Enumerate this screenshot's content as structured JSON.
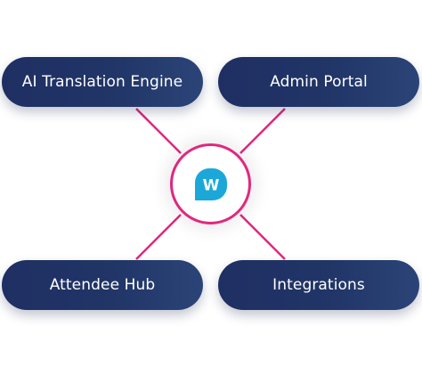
{
  "nodes": {
    "top_left": "AI Translation Engine",
    "top_right": "Admin Portal",
    "bottom_left": "Attendee Hub",
    "bottom_right": "Integrations"
  },
  "hub": {
    "logo_letter": "W",
    "icon": "speech-bubble-logo-icon"
  },
  "colors": {
    "pill_background": "#213567",
    "connector": "#e0287e",
    "logo_bubble": "#1ba8d8",
    "hub_border": "#e0287e",
    "text": "#ffffff"
  }
}
